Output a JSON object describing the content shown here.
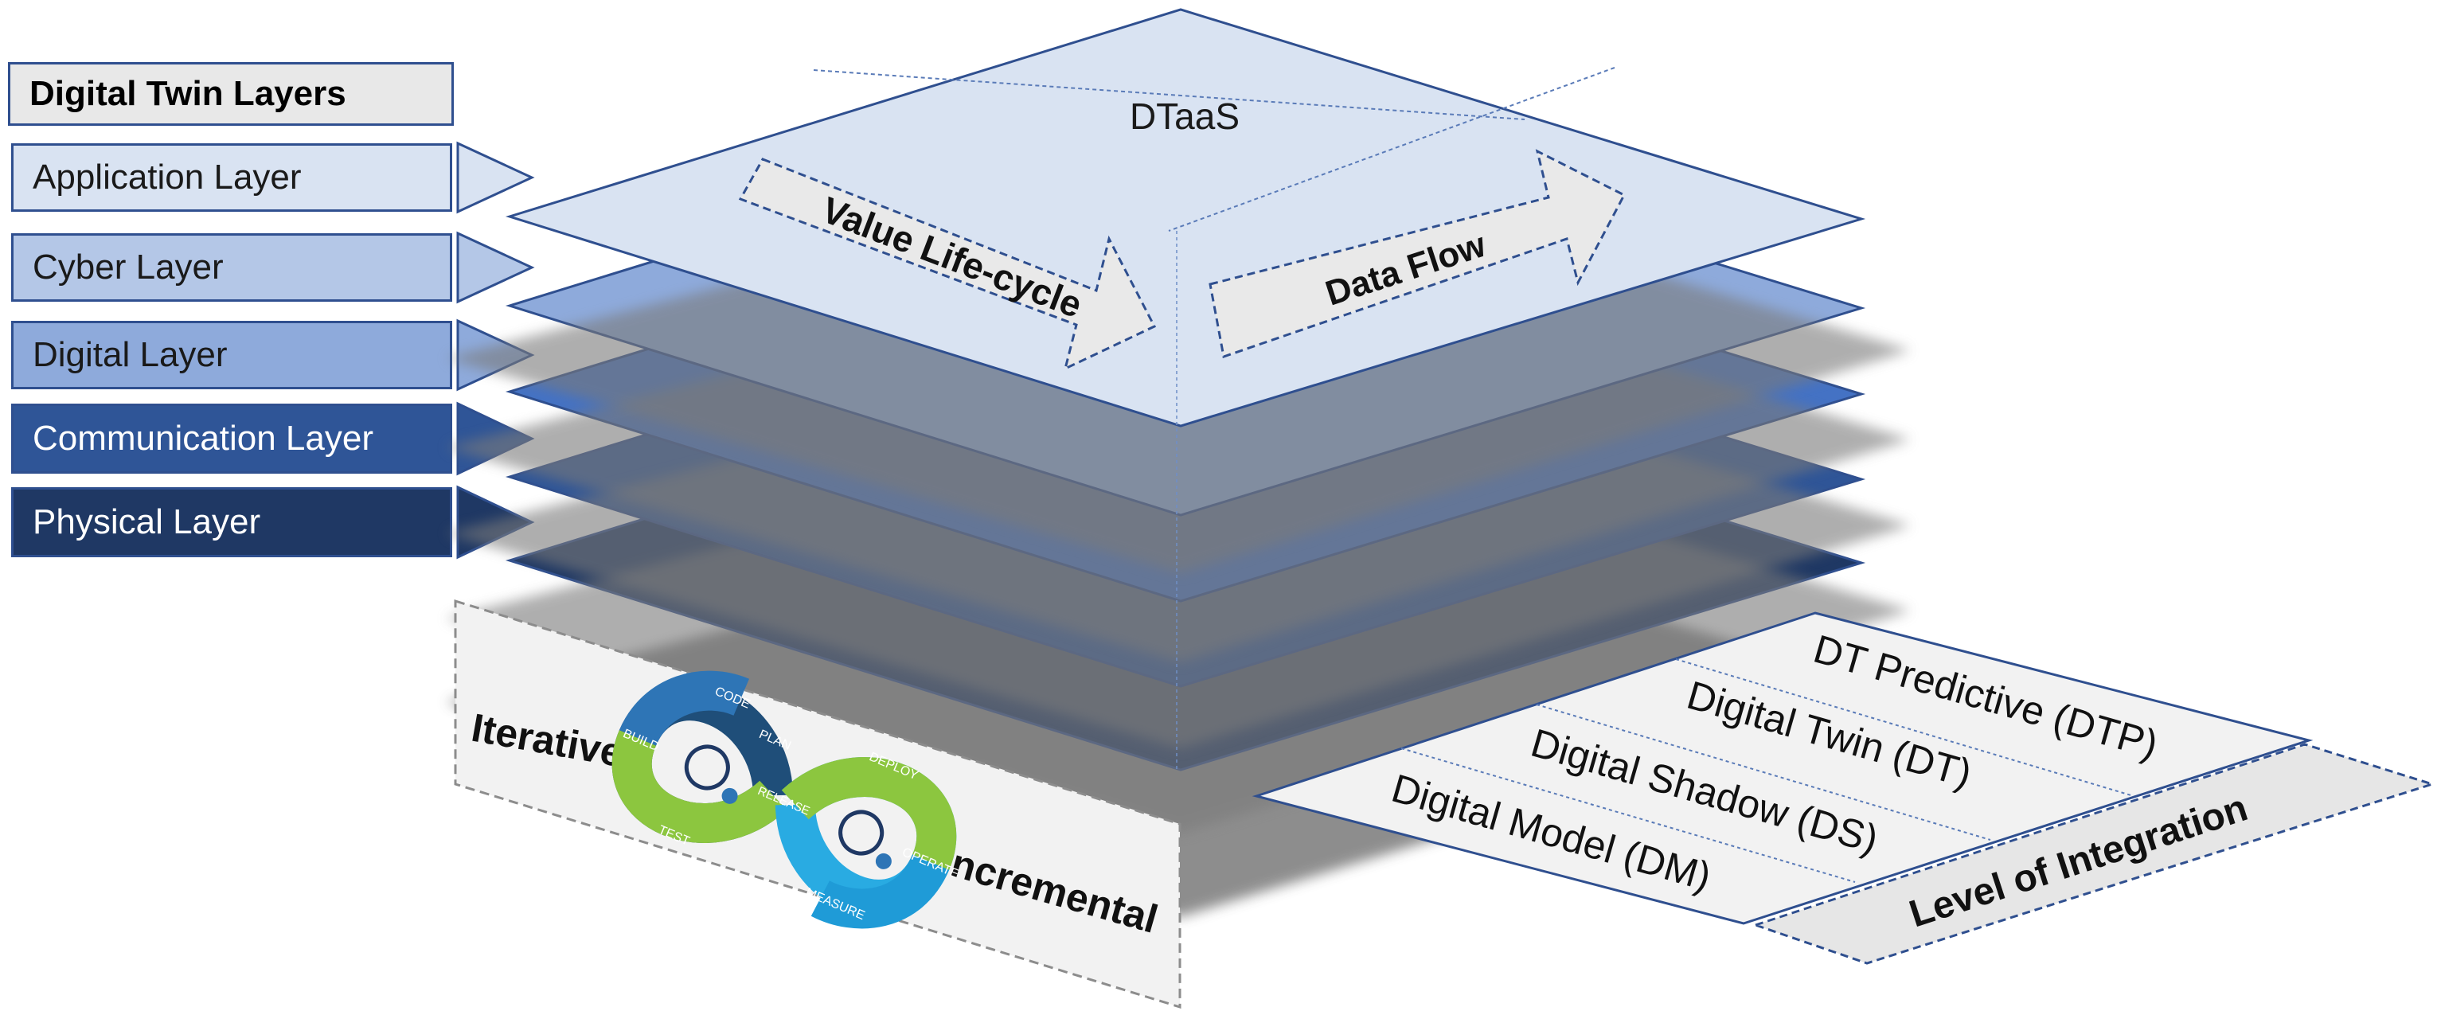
{
  "legend": {
    "title": "Digital Twin Layers",
    "layers": [
      {
        "label": "Application Layer",
        "color": "#d9e3f2",
        "text_color": "#1a1a1a"
      },
      {
        "label": "Cyber Layer",
        "color": "#b4c7e7",
        "text_color": "#1a1a1a"
      },
      {
        "label": "Digital Layer",
        "color": "#8eaadb",
        "text_color": "#1a1a1a"
      },
      {
        "label": "Communication Layer",
        "color": "#2f5597",
        "text_color": "#ffffff"
      },
      {
        "label": "Physical Layer",
        "color": "#1f3864",
        "text_color": "#ffffff"
      }
    ]
  },
  "stack": {
    "top_label": "DTaaS",
    "arrow_left": "Value Life-cycle",
    "arrow_right": "Data Flow",
    "slab_colors": [
      "#d9e3f2",
      "#8eaadb",
      "#4472c4",
      "#2f5597",
      "#1f3864"
    ]
  },
  "devops": {
    "left_word": "Iterative",
    "right_word": "Incremental",
    "loop_labels": [
      "CODE",
      "PLAN",
      "BUILD",
      "TEST",
      "RELEASE",
      "DEPLOY",
      "OPERATE",
      "MEASURE"
    ]
  },
  "integration": {
    "levels": [
      "DT Predictive (DTP)",
      "Digital Twin (DT)",
      "Digital Shadow (DS)",
      "Digital Model (DM)"
    ],
    "axis_label": "Level of Integration"
  }
}
